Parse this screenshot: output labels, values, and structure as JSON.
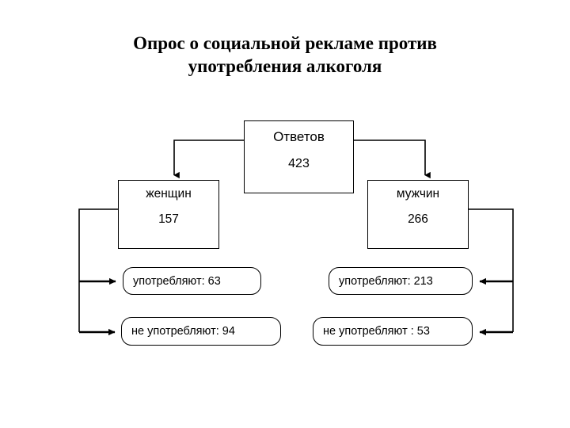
{
  "title": {
    "line1": "Опрос о социальной рекламе против",
    "line2": "употребления алкоголя"
  },
  "colors": {
    "background": "#ffffff",
    "stroke": "#000000",
    "text": "#000000"
  },
  "chart_data": {
    "type": "diagram",
    "title": "Опрос о социальной рекламе против употребления алкоголя",
    "root": {
      "label": "Ответов",
      "value": "423"
    },
    "branches": [
      {
        "label": "женщин",
        "value": "157",
        "leaves": [
          {
            "label": "употребляют: 63",
            "value": 63
          },
          {
            "label": "не употребляют: 94",
            "value": 94
          }
        ]
      },
      {
        "label": "мужчин",
        "value": "266",
        "leaves": [
          {
            "label": "употребляют: 213",
            "value": 213
          },
          {
            "label": "не употребляют : 53",
            "value": 53
          }
        ]
      }
    ]
  },
  "nodes": {
    "total": {
      "label": "Ответов",
      "value": "423"
    },
    "women": {
      "label": "женщин",
      "value": "157"
    },
    "men": {
      "label": "мужчин",
      "value": "266"
    }
  },
  "leaves": {
    "women_yes": "употребляют: 63",
    "women_no": "не употребляют: 94",
    "men_yes": "употребляют: 213",
    "men_no": "не употребляют : 53"
  }
}
